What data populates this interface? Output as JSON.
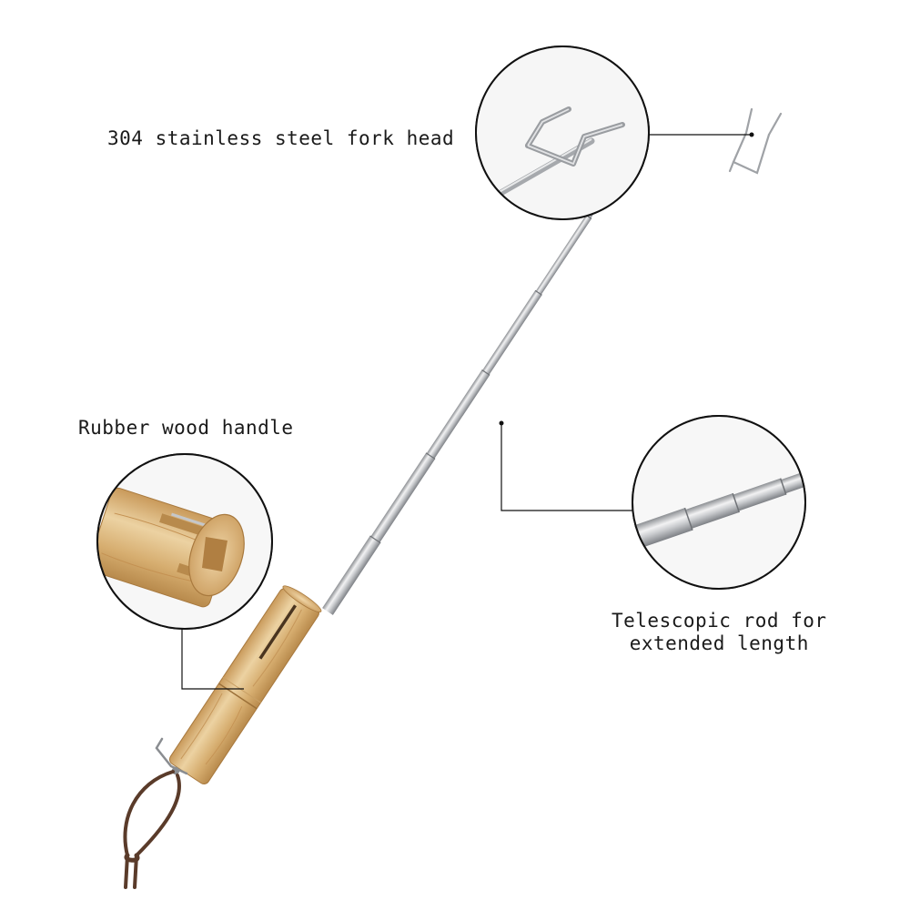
{
  "callouts": {
    "fork_head": {
      "label": "304 stainless steel fork head"
    },
    "handle": {
      "label": "Rubber wood handle"
    },
    "rod": {
      "line1": "Telescopic rod for",
      "line2": "extended length"
    }
  },
  "colors": {
    "background": "#ffffff",
    "steel_light": "#e8e8ea",
    "steel_mid": "#b9bbbe",
    "steel_dark": "#8c8f93",
    "wood_light": "#e6c590",
    "wood_mid": "#d6ad6f",
    "wood_dark": "#b88a4c",
    "leather": "#5a3b2a",
    "outline": "#111111"
  },
  "icons": {
    "product": "telescopic-roasting-fork-icon"
  }
}
